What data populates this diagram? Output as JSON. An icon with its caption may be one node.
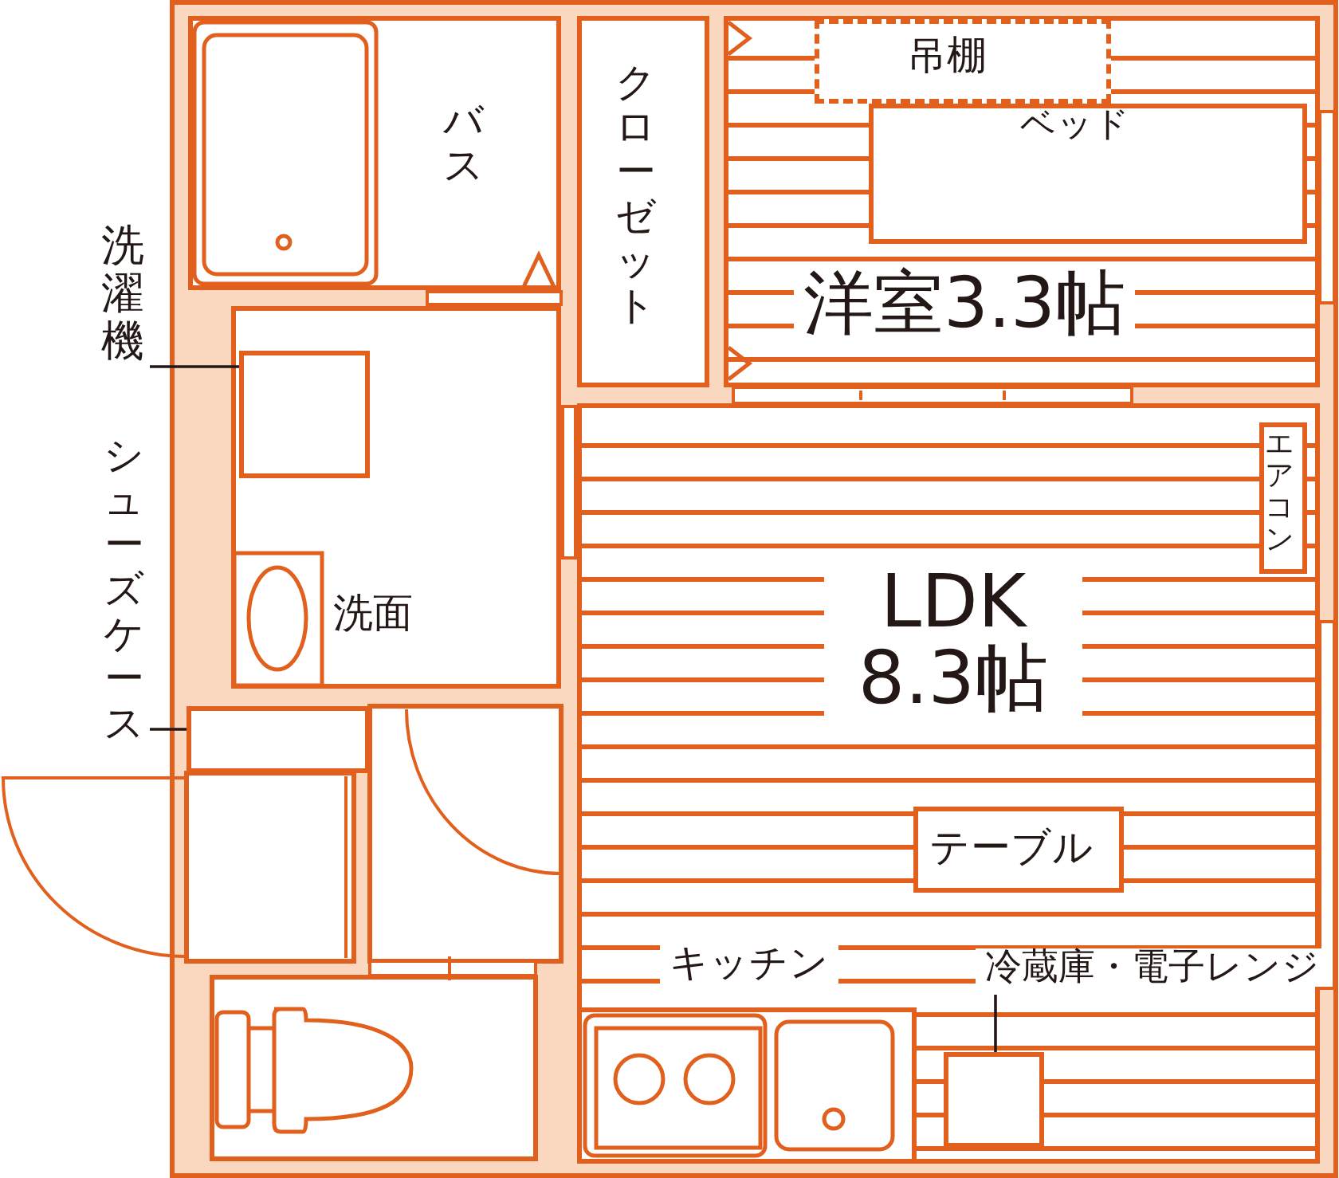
{
  "diagram": {
    "nodes": [
      {
        "text": [
          "バス"
        ]
      },
      {
        "text": [
          "クローゼット"
        ]
      },
      {
        "text": [
          "洋室3.3帖"
        ]
      },
      {
        "text": [
          "吊棚"
        ],
        "in": 2
      },
      {
        "text": [
          "ベッド"
        ],
        "in": 2
      },
      {
        "text": [
          "洗面"
        ]
      },
      {
        "text": [],
        "shape": "box",
        "in": 5
      },
      {
        "text": [
          "洗濯機"
        ]
      },
      {
        "text": [],
        "shape": "box"
      },
      {
        "text": [
          "シューズケース"
        ]
      },
      {
        "text": [
          "LDK 8.3帖"
        ]
      },
      {
        "text": [
          "テーブル"
        ],
        "in": 10
      },
      {
        "text": [
          "エアコン"
        ],
        "in": 10
      },
      {
        "text": [
          "キッチン"
        ],
        "in": 10
      },
      {
        "text": [],
        "shape": "box",
        "in": 10
      },
      {
        "text": [
          "冷蔵庫・電子レンジ"
        ],
        "in": 10
      }
    ],
    "edges": [
      {
        "from": 7,
        "to": 6,
        "arrow": "none"
      },
      {
        "from": 9,
        "to": 8,
        "arrow": "none"
      },
      {
        "from": 15,
        "to": 14,
        "arrow": "none"
      }
    ]
  }
}
